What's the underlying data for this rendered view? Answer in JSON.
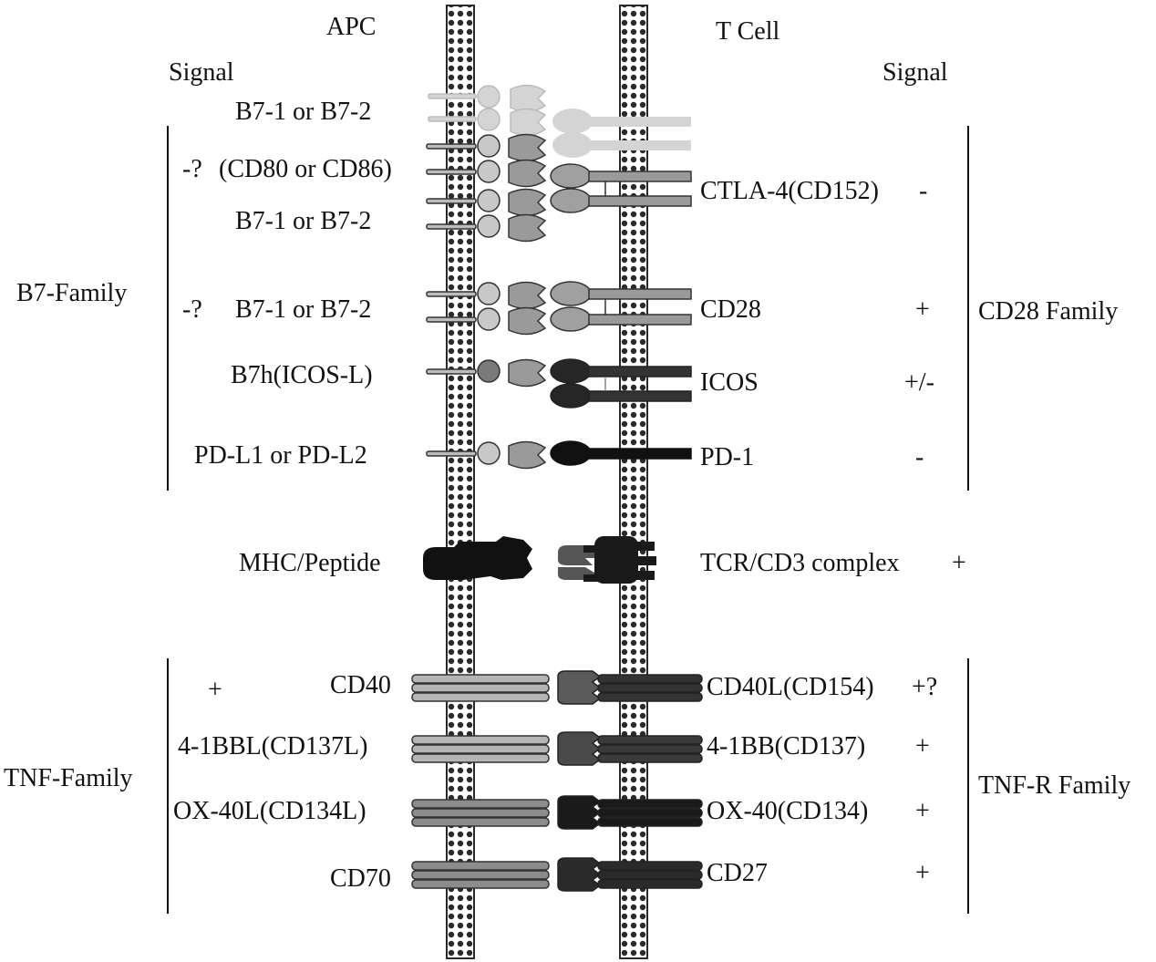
{
  "headers": {
    "apc": "APC",
    "tcell": "T Cell",
    "signal_left": "Signal",
    "signal_right": "Signal"
  },
  "families": {
    "b7": "B7-Family",
    "cd28": "CD28 Family",
    "tnf": "TNF-Family",
    "tnfr": "TNF-R Family"
  },
  "b7_rows": [
    {
      "ligand": "B7-1 or B7-2",
      "prefix": "",
      "receptor": "",
      "signal": "",
      "faded": true
    },
    {
      "ligand": "(CD80 or CD86)",
      "prefix": "-?",
      "receptor": "CTLA-4(CD152)",
      "signal": "-"
    },
    {
      "ligand": "B7-1 or B7-2",
      "prefix": "",
      "receptor": "",
      "signal": ""
    },
    {
      "ligand": "B7-1 or B7-2",
      "prefix": "-?",
      "receptor": "CD28",
      "signal": "+"
    },
    {
      "ligand": "B7h(ICOS-L)",
      "prefix": "",
      "receptor": "ICOS",
      "signal": "+/-"
    },
    {
      "ligand": "PD-L1 or PD-L2",
      "prefix": "",
      "receptor": "PD-1",
      "signal": "-"
    }
  ],
  "mhc": {
    "ligand": "MHC/Peptide",
    "receptor": "TCR/CD3 complex",
    "signal": "+"
  },
  "tnf_rows": [
    {
      "ligand": "CD40",
      "prefix": "+",
      "receptor": "CD40L(CD154)",
      "signal": "+?"
    },
    {
      "ligand": "4-1BBL(CD137L)",
      "prefix": "",
      "receptor": "4-1BB(CD137)",
      "signal": "+"
    },
    {
      "ligand": "OX-40L(CD134L)",
      "prefix": "",
      "receptor": "OX-40(CD134)",
      "signal": "+"
    },
    {
      "ligand": "CD70",
      "prefix": "",
      "receptor": "CD27",
      "signal": "+"
    }
  ],
  "colors": {
    "membrane": "#2a2a2a",
    "faded": "#d0d0d0",
    "light_gray": "#bdbdbd",
    "mid_gray": "#8c8c8c",
    "dark_gray": "#555555",
    "black": "#111111"
  }
}
